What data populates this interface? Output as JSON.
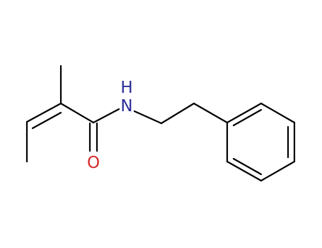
{
  "molecule": {
    "atoms": {
      "nitrogen_H": "H",
      "nitrogen": "N",
      "oxygen": "O"
    },
    "colors": {
      "bond": "#000000",
      "nitrogen": "#2b2b9a",
      "oxygen": "#d42a2a",
      "background": "#ffffff"
    }
  }
}
